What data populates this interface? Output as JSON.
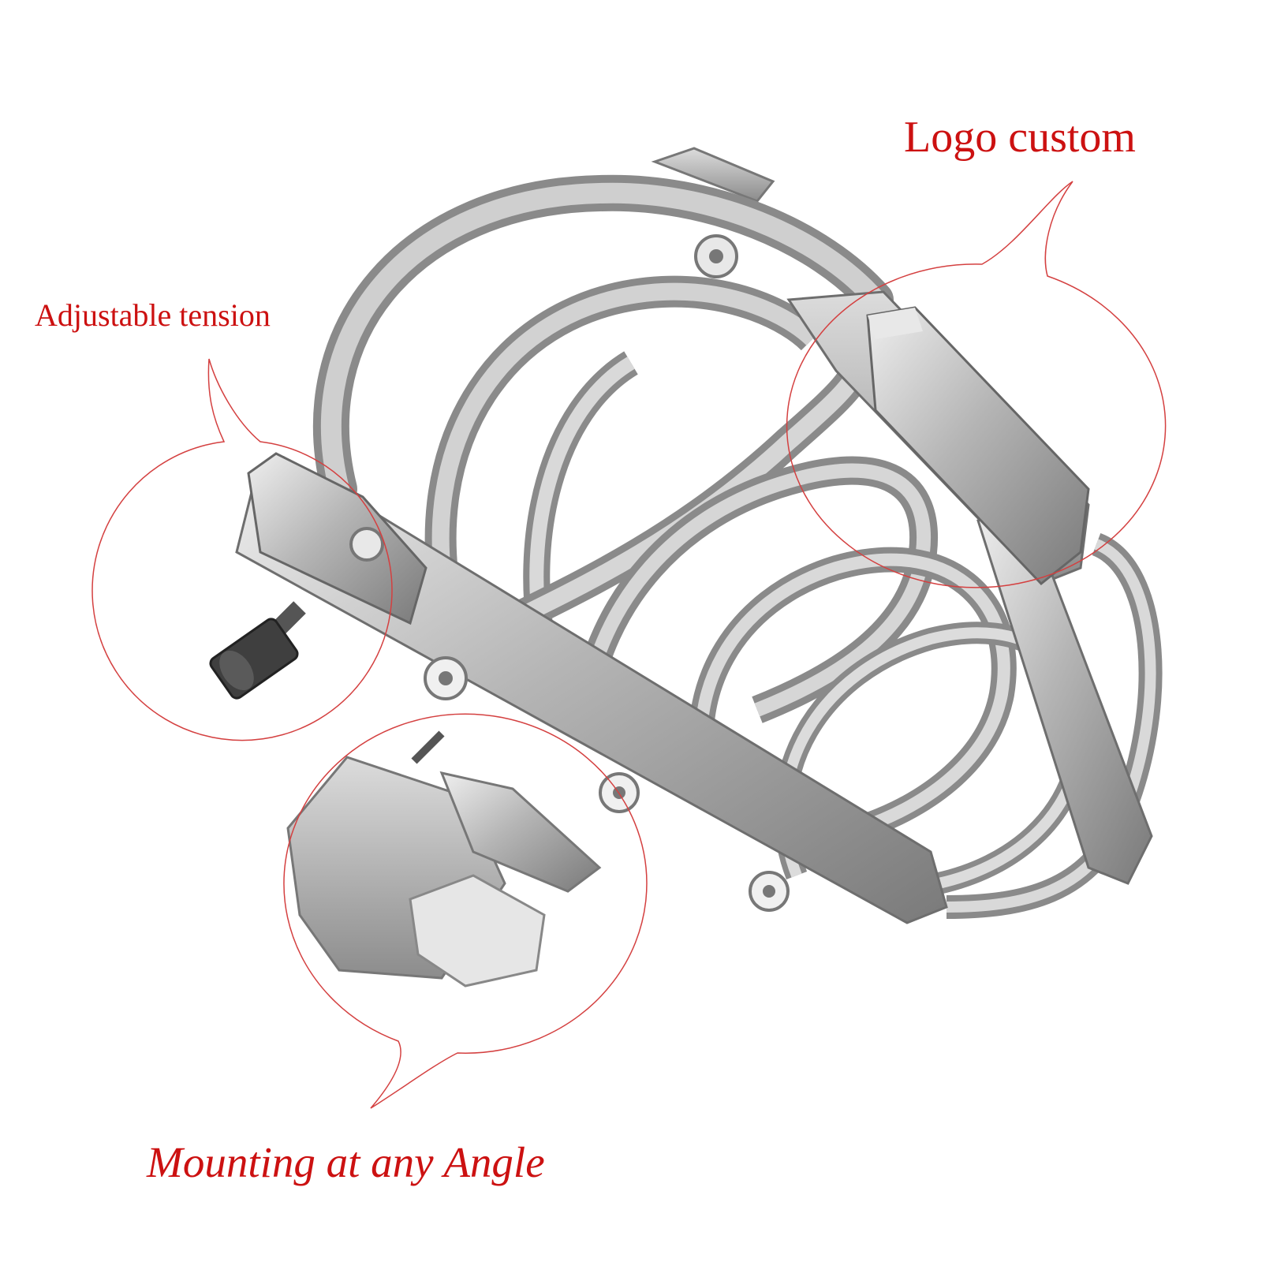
{
  "labels": {
    "logo_custom": "Logo custom",
    "adjustable_tension": "Adjustable tension",
    "mounting_angle": "Mounting at any Angle"
  },
  "colors": {
    "label_red": "#cc1111",
    "callout_red": "#d44040",
    "metal_light": "#d9d9d9",
    "metal_mid": "#a9a9a9",
    "metal_dark": "#6e6e6e",
    "background": "#ffffff"
  },
  "icons": {
    "callout": "speech-bubble-icon",
    "screw": "hex-screw-icon",
    "knob": "thumb-screw-icon"
  }
}
